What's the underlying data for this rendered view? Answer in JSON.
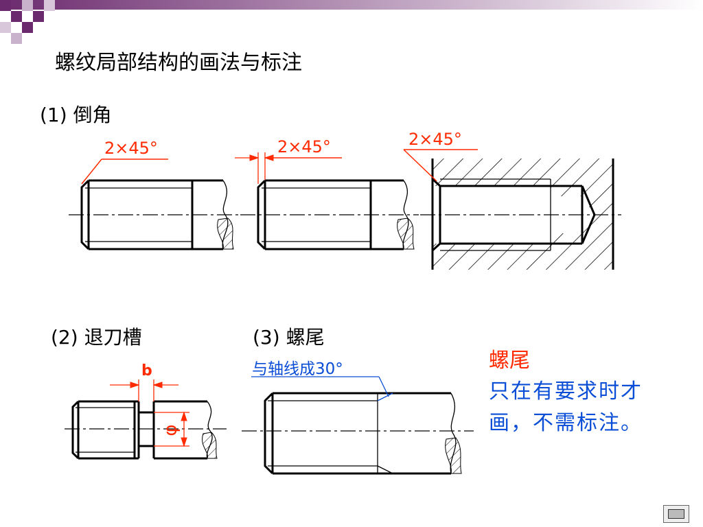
{
  "title": "螺纹局部结构的画法与标注",
  "sections": {
    "chamfer": "(1) 倒角",
    "undercut": "(2) 退刀槽",
    "runout": "(3) 螺尾"
  },
  "dimensions": {
    "chamfer_1": "2×45°",
    "chamfer_2": "2×45°",
    "chamfer_3": "2×45°",
    "groove_width": "b",
    "groove_dia": "φ",
    "runout_angle": "与轴线成30°"
  },
  "note": {
    "heading": "螺尾",
    "body": "只在有要求时才画，不需标注。"
  },
  "colors": {
    "dimension": "#ff2a00",
    "annotation": "#0a4dd6",
    "deco_purple": "#5a1a5c",
    "deco_gradient_start": "#6b2a6e"
  }
}
